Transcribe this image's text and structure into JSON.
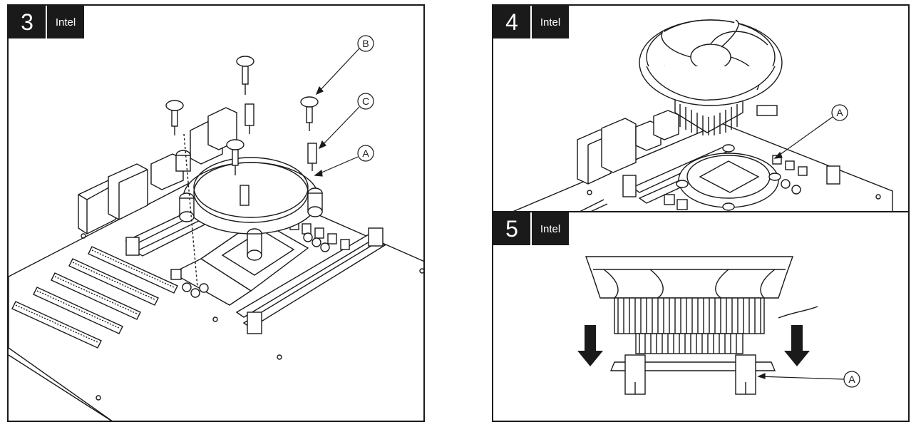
{
  "steps": [
    {
      "number": "3",
      "brand": "Intel"
    },
    {
      "number": "4",
      "brand": "Intel"
    },
    {
      "number": "5",
      "brand": "Intel"
    }
  ],
  "callouts": {
    "step3_b": "B",
    "step3_c": "C",
    "step3_a": "A",
    "step4_a": "A",
    "step5_a": "A"
  },
  "colors": {
    "line": "#1a1a1a",
    "tag_bg": "#1a1a1a",
    "tag_text": "#ffffff"
  }
}
